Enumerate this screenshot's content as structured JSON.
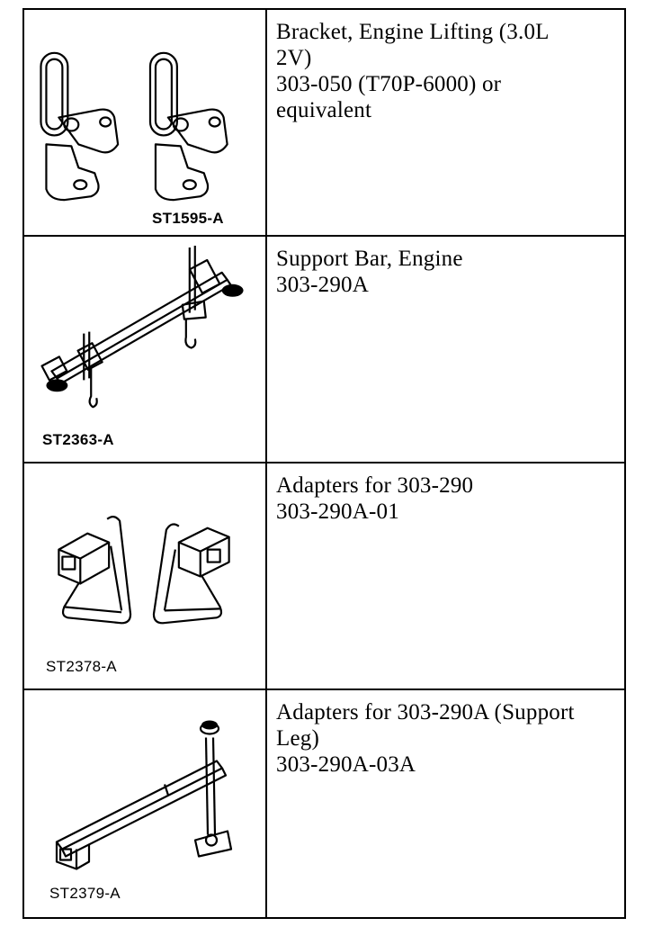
{
  "tools": [
    {
      "figure_code": "ST1595-A",
      "figure_icon": "engine-lifting-bracket-illustration",
      "lines": [
        "Bracket, Engine Lifting (3.0L",
        "2V)",
        "303-050 (T70P-6000) or",
        "equivalent"
      ]
    },
    {
      "figure_code": "ST2363-A",
      "figure_icon": "engine-support-bar-illustration",
      "lines": [
        "Support Bar, Engine",
        "303-290A"
      ]
    },
    {
      "figure_code": "ST2378-A",
      "figure_icon": "adapters-illustration",
      "lines": [
        "Adapters for 303-290",
        "303-290A-01"
      ]
    },
    {
      "figure_code": "ST2379-A",
      "figure_icon": "support-leg-adapter-illustration",
      "lines": [
        "Adapters for 303-290A (Support",
        "Leg)",
        "303-290A-03A"
      ]
    }
  ]
}
